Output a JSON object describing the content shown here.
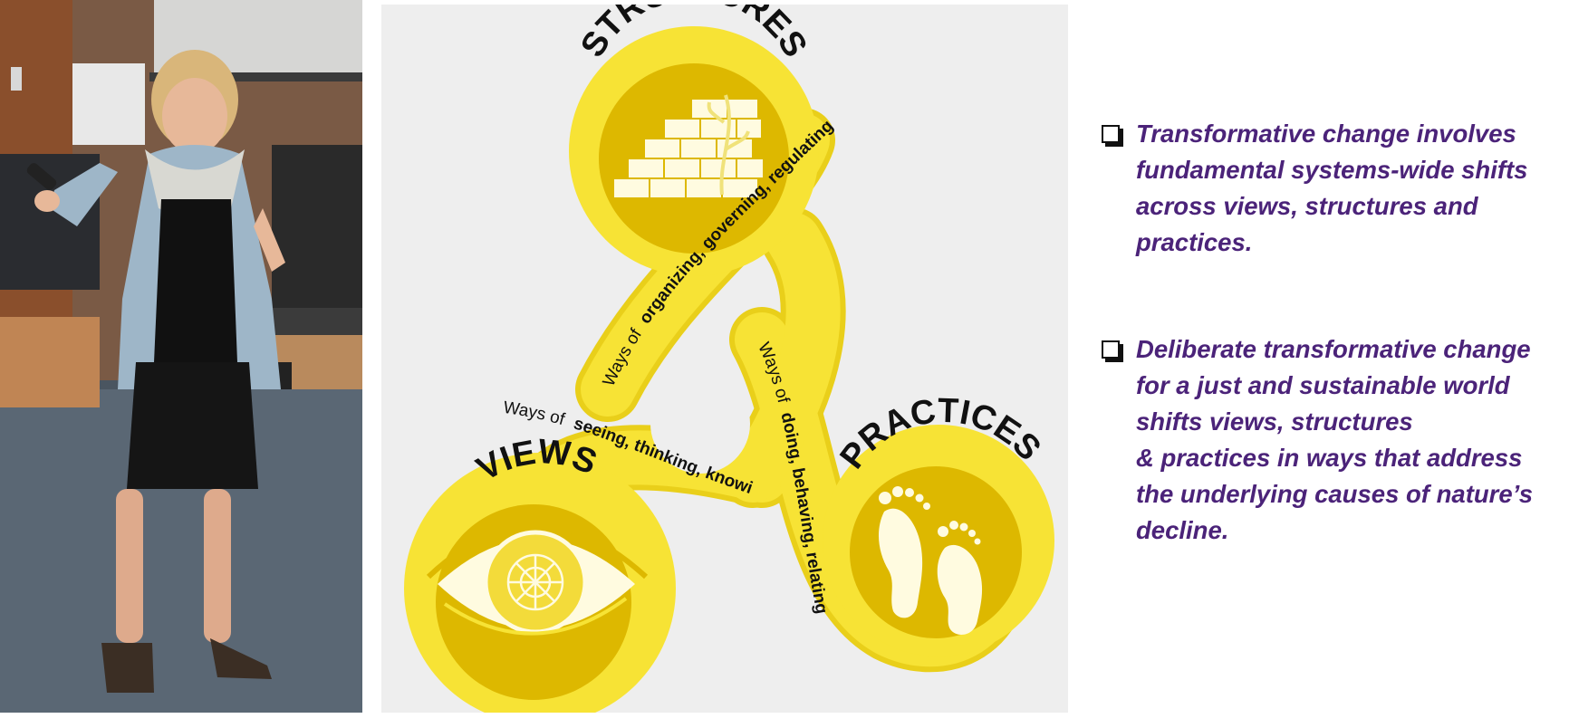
{
  "diagram": {
    "nodes": [
      {
        "label": "STRUCTURES"
      },
      {
        "label": "VIEWS"
      },
      {
        "label": "PRACTICES"
      }
    ],
    "connectors": [
      {
        "prefix": "Ways of",
        "terms": "organizing, governing, regulating"
      },
      {
        "prefix": "Ways of",
        "terms": "seeing, thinking, knowing"
      },
      {
        "prefix": "Ways of",
        "terms": "doing, behaving, relating"
      }
    ],
    "colors": {
      "ribbon": "#f7e335",
      "ribbon_edge": "#e9cf1a",
      "node_fill": "#ddb800",
      "background": "#eeeeee",
      "text_color": "#111111",
      "icon_color": "#fffbe0"
    },
    "icons": [
      "brick-wall-icon",
      "eye-icon",
      "footprints-icon"
    ]
  },
  "bullets": [
    {
      "lines": [
        "Transformative change involves",
        "fundamental systems-wide shifts",
        "across views, structures and",
        "practices."
      ]
    },
    {
      "lines": [
        "Deliberate transformative change",
        "for a just and sustainable world",
        "shifts views, structures",
        "& practices in ways that address",
        "the underlying causes of nature’s",
        "decline."
      ]
    }
  ],
  "photo": {
    "subject": "presenter-photo"
  }
}
